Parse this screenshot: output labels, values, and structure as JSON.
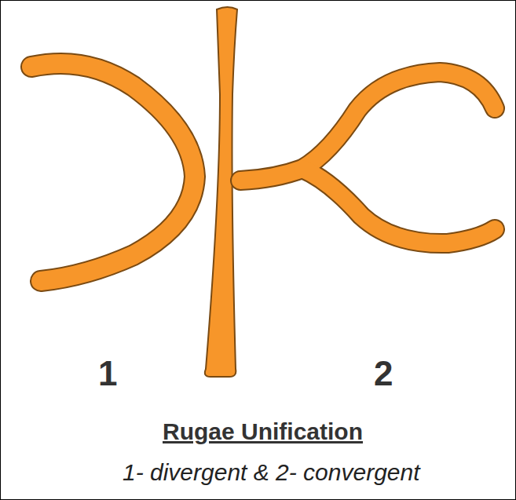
{
  "diagram": {
    "title": "Rugae Unification",
    "caption": "1- divergent & 2- convergent",
    "labels": [
      "1",
      "2"
    ]
  }
}
